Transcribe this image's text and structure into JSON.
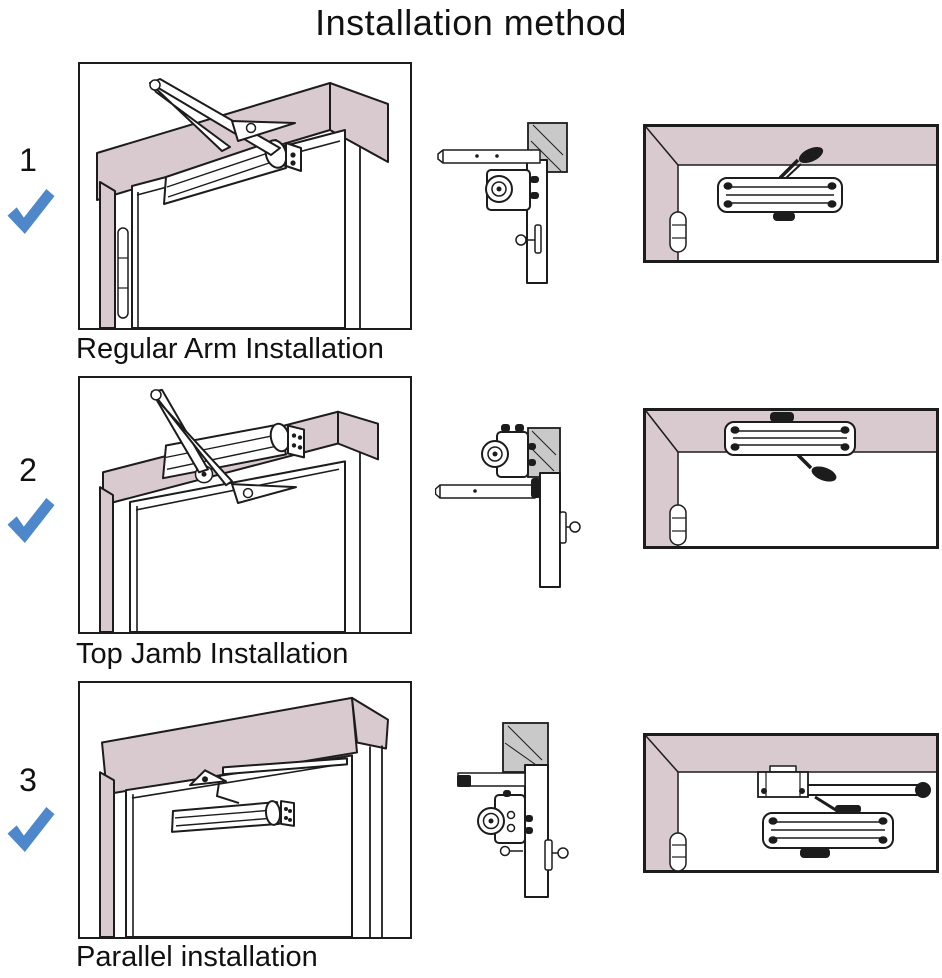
{
  "title": "Installation method",
  "colors": {
    "frame_pink": "#d9cad0",
    "check_blue": "#4e87ca",
    "line": "#1c1c1c",
    "wall_gray": "#c9c9c9",
    "text": "#111111",
    "background": "#ffffff"
  },
  "rows": [
    {
      "number": "1",
      "caption": "Regular Arm Installation",
      "check_icon": "blue-checkmark"
    },
    {
      "number": "2",
      "caption": "Top Jamb Installation",
      "check_icon": "blue-checkmark"
    },
    {
      "number": "3",
      "caption": "Parallel installation",
      "check_icon": "blue-checkmark"
    }
  ]
}
